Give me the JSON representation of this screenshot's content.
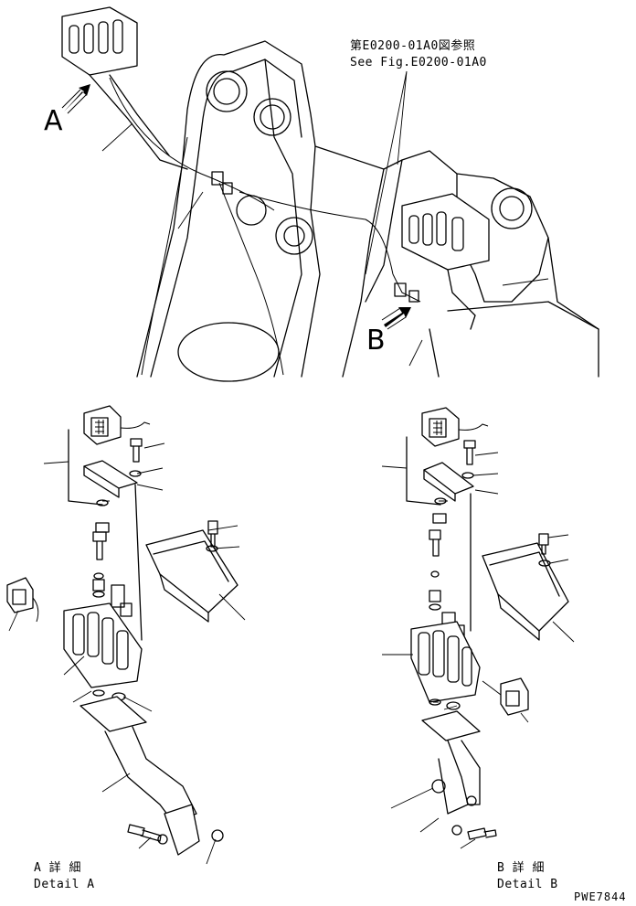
{
  "figure": {
    "reference_jp": "第E0200-01A0図参照",
    "reference_en": "See Fig.E0200-01A0",
    "view_a": "A",
    "view_b": "B",
    "detail_a_jp": "A 詳 細",
    "detail_a_en": "Detail A",
    "detail_b_jp": "B 詳 細",
    "detail_b_en": "Detail B",
    "drawing_code": "PWE7844"
  }
}
